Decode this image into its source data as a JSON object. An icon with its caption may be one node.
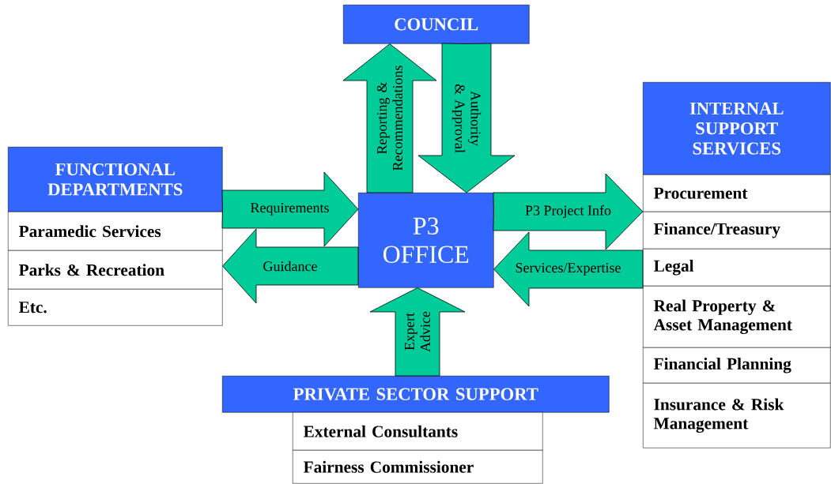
{
  "diagram": {
    "nodes": [
      {
        "text": [
          "COUNCIL"
        ]
      },
      {
        "text": [
          "FUNCTIONAL DEPARTMENTS"
        ]
      },
      {
        "text": [
          "Paramedic Services"
        ]
      },
      {
        "text": [
          "Parks & Recreation"
        ]
      },
      {
        "text": [
          "Etc."
        ]
      },
      {
        "text": [
          "P3 OFFICE"
        ]
      },
      {
        "text": [
          "INTERNAL SUPPORT SERVICES"
        ]
      },
      {
        "text": [
          "Procurement"
        ]
      },
      {
        "text": [
          "Finance/Treasury"
        ]
      },
      {
        "text": [
          "Legal"
        ]
      },
      {
        "text": [
          "Real Property & Asset Management"
        ]
      },
      {
        "text": [
          "Financial Planning"
        ]
      },
      {
        "text": [
          "Insurance & Risk Management"
        ]
      },
      {
        "text": [
          "PRIVATE SECTOR SUPPORT"
        ]
      },
      {
        "text": [
          "External Consultants"
        ]
      },
      {
        "text": [
          "Fairness Commissioner"
        ]
      }
    ],
    "edges": [
      {
        "from": 1,
        "to": 5,
        "arrow": "to",
        "label": "Requirements"
      },
      {
        "from": 5,
        "to": 3,
        "arrow": "to",
        "label": "Guidance"
      },
      {
        "from": 5,
        "to": 0,
        "arrow": "to",
        "label": "Reporting & Recommendations"
      },
      {
        "from": 0,
        "to": 5,
        "arrow": "to",
        "label": "Authority & Approval"
      },
      {
        "from": 5,
        "to": 7,
        "arrow": "to",
        "label": "P3 Project Info"
      },
      {
        "from": 9,
        "to": 5,
        "arrow": "to",
        "label": "Services/Expertise"
      },
      {
        "from": 13,
        "to": 5,
        "arrow": "to",
        "label": "Expert Advice"
      }
    ]
  }
}
